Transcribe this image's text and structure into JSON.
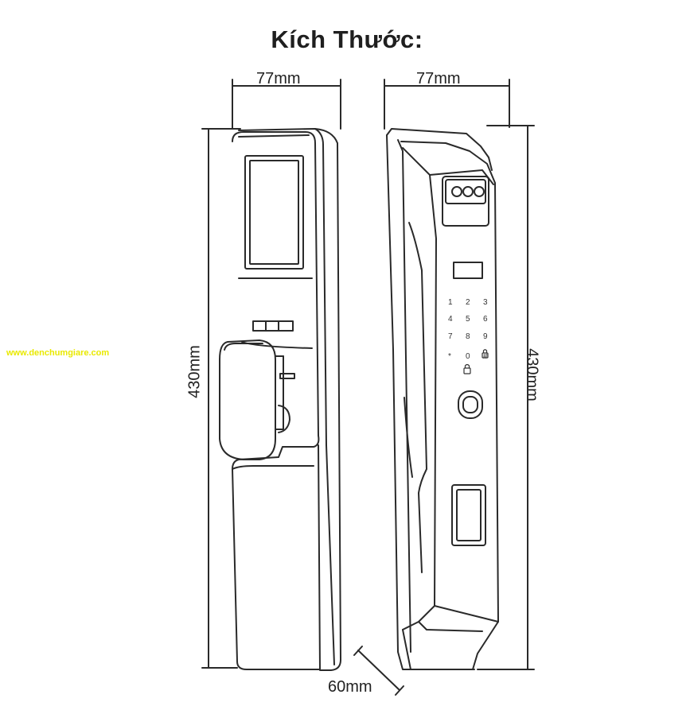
{
  "title": "Kích Thước:",
  "dimensions": {
    "front_width": "77mm",
    "side_width": "77mm",
    "front_height": "430mm",
    "side_height": "430mm",
    "depth": "60mm"
  },
  "keypad": {
    "keys": [
      "1",
      "2",
      "3",
      "4",
      "5",
      "6",
      "7",
      "8",
      "9",
      "*",
      "0",
      "#"
    ]
  },
  "watermark": "www.denchumgiare.com",
  "colors": {
    "line": "#2a2a2a",
    "watermark": "#e9e900"
  }
}
